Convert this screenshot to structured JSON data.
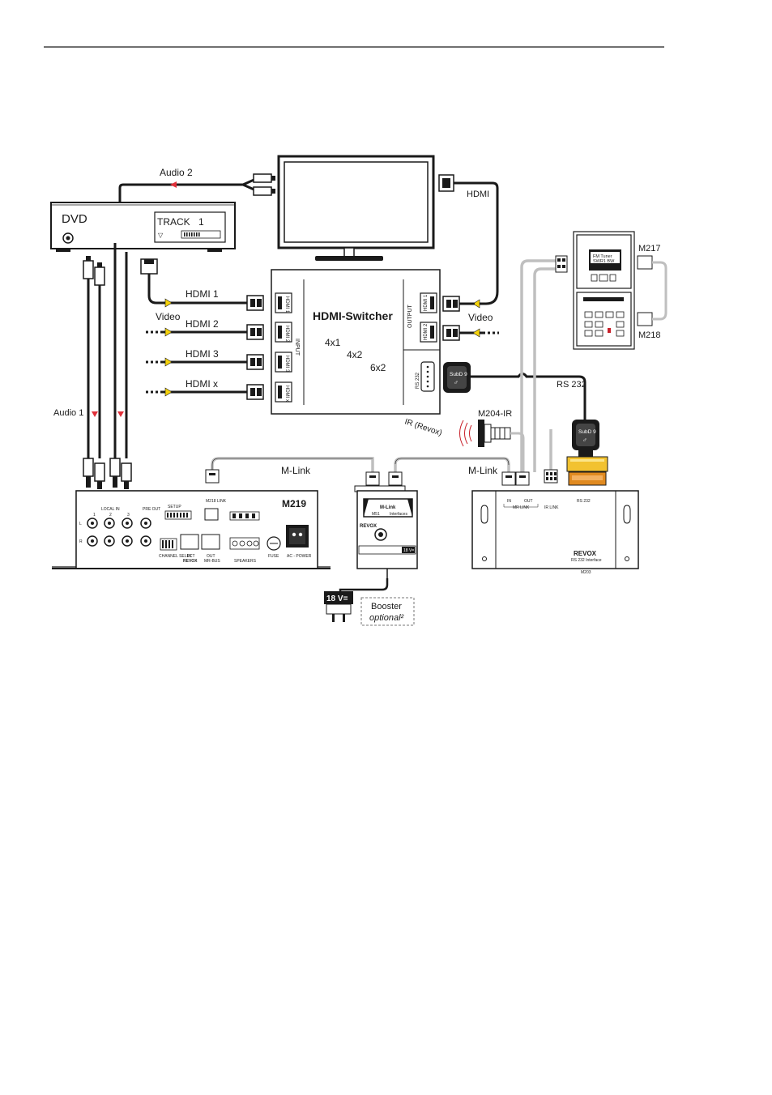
{
  "devices": {
    "dvd": {
      "name": "DVD",
      "display_track": "TRACK",
      "display_number": "1"
    },
    "tv": {},
    "hdmi_switcher": {
      "title": "HDMI-Switcher",
      "input_group": "INPUT",
      "output_group": "OUTPUT",
      "inputs": [
        "HDMI 1",
        "HDMI 2",
        "HDMI 3",
        "HDMI x"
      ],
      "outputs": [
        "HDMI 1",
        "HDMI 2"
      ],
      "rs232_port": "RS 232",
      "variants": [
        "4x1",
        "4x2",
        "6x2"
      ]
    },
    "m219": {
      "name": "M219",
      "local_in": "LOCAL IN",
      "inputs": [
        "1",
        "2",
        "3"
      ],
      "channels": [
        "L",
        "R"
      ],
      "pre_out": "PRE OUT",
      "setup": "SETUP",
      "channel_select": "CHANNEL SELECT",
      "m218_link": "M218 LINK",
      "in_label": "IN",
      "out_label": "OUT",
      "mr_bus": "MR-BUS",
      "revox": "REVOX",
      "speakers": "SPEAKERS",
      "fuse": "FUSE",
      "ac_power": "AC - POWER"
    },
    "mlink_box": {
      "title": "M-Link",
      "sub_left": "M51",
      "sub_right": "Interfaces",
      "revox": "REVOX",
      "supply": "18 V="
    },
    "m203": {
      "in_label": "IN",
      "out_label": "OUT",
      "mr_link": "MR LINK",
      "ir_link": "IR LINK",
      "rs232": "RS 232",
      "revox": "REVOX",
      "caption": "RS 232 Interface",
      "model": "M203"
    },
    "m217": {
      "name": "M217",
      "line1": "FM Tuner",
      "line2": "SWR1 BW"
    },
    "m218": {
      "name": "M218"
    },
    "m204_ir": {
      "name": "M204-IR"
    }
  },
  "connectors": {
    "subd_label": "SubD 9",
    "subd_symbol": "♂"
  },
  "labels": {
    "audio1": "Audio 1",
    "audio2": "Audio 2",
    "hdmi_tv": "HDMI",
    "video_in": "Video",
    "video_out": "Video",
    "mlink_left": "M-Link",
    "mlink_right": "M-Link",
    "rs232_cable": "RS 232",
    "ir_revox": "IR (Revox)"
  },
  "power_supply": {
    "voltage": "18 V=",
    "booster": "Booster",
    "booster_note": "optional²"
  },
  "colors": {
    "line": "#1a1a1a",
    "cable_gray": "#bfbfbf",
    "video_yellow": "#f5d20a",
    "audio_red": "#e0303a",
    "adapter_yellow": "#f2c230",
    "adapter_orange": "#e08a20",
    "led_red": "#c8202a"
  }
}
